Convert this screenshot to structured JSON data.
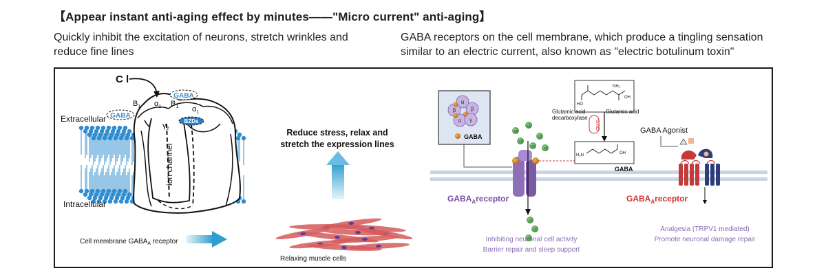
{
  "header": {
    "title": "【Appear instant anti-aging effect by minutes——\"Micro current\" anti-aging】",
    "subtitle_left": "Quickly inhibit the excitation of neurons, stretch wrinkles and reduce fine lines",
    "subtitle_right": "GABA receptors on the cell membrane, which produce a tingling sensation similar to an electric current, also known as \"electric botulinum toxin\""
  },
  "left_diagram": {
    "chloride_label": "C l",
    "extracellular": "Extracellular",
    "intracellular": "Intracellular",
    "ion_channel": "ion channel",
    "gaba_site": "GABA",
    "bzd_site": "BZDs",
    "subunit_b1": "B",
    "subunit_b1_sub": "1",
    "subunit_a1_top": "α",
    "subunit_a1_top_sub": "1",
    "subunit_b1_right": "B",
    "subunit_b1_right_sub": "1",
    "subunit_a1_right": "α",
    "subunit_a1_right_sub": "1",
    "subunit_gamma": "γ",
    "subunit_gamma_sub": "2",
    "membrane_caption_main": "Cell membrane GABA",
    "membrane_caption_sub": "A",
    "membrane_caption_end": " receptor"
  },
  "middle": {
    "effect_line1": "Reduce stress, relax and",
    "effect_line2": "stretch the expression lines",
    "muscle_caption": "Relaxing muscle cells"
  },
  "right_diagram": {
    "inset_label": "GABA",
    "inset_subunits": [
      "α",
      "β",
      "β",
      "α",
      "γ"
    ],
    "glutamic_acid": "Glutamic acid",
    "gad_enzyme": "Glutamic acid decarboxylase",
    "gad_line1": "Glutamic acid",
    "gad_line2": "decarboxylase",
    "gad": "GAD",
    "gaba_product": "GABA",
    "nh2": "NH₂",
    "h2n": "H₂N",
    "ho": "HO",
    "oh": "OH",
    "o": "O",
    "receptor1_main": "GABA",
    "receptor1_sub": "A",
    "receptor1_end": "receptor",
    "receptor1_effect_1": "Inhibiting neuronal cell activity",
    "receptor1_effect_2": "Barrier repair and sleep support",
    "agonist": "GABA Agonist",
    "receptor2_main": "GABA",
    "receptor2_sub": "A",
    "receptor2_end": "receptor",
    "receptor2_effect_1": "Analgesia (TRPV1 mediated)",
    "receptor2_effect_2": "Promote neuronal damage repair",
    "cl_ion": "Cl"
  },
  "colors": {
    "lipid_blue": "#2f8ccf",
    "gaba_blue": "#3a8fd0",
    "purple_text": "#7a4ea3",
    "red_text": "#d0312d",
    "arrow_teal": "#2e9fd0"
  }
}
